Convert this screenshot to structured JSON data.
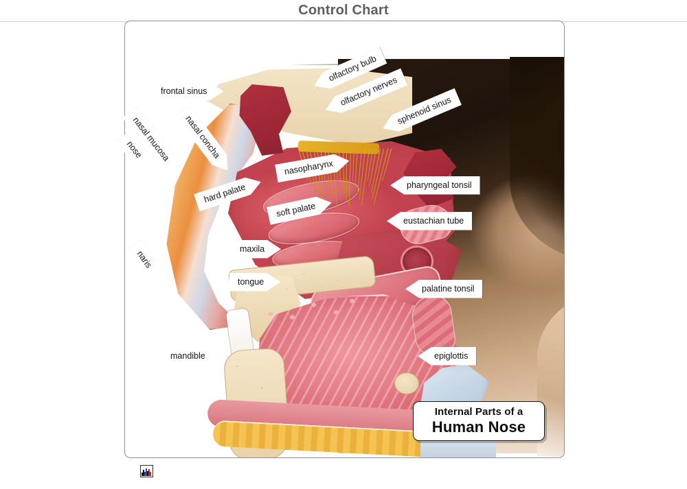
{
  "header": {
    "title": "Control Chart"
  },
  "diagram": {
    "caption": {
      "line1": "Internal Parts of a",
      "line2": "Human Nose"
    },
    "labels": [
      {
        "text": "frontal sinus",
        "direction": "right"
      },
      {
        "text": "nasal mucosa",
        "direction": "right"
      },
      {
        "text": "nose",
        "direction": "right"
      },
      {
        "text": "nasal concha",
        "direction": "right"
      },
      {
        "text": "naris",
        "direction": "right"
      },
      {
        "text": "olfactory bulb",
        "direction": "left"
      },
      {
        "text": "olfactory nerves",
        "direction": "left"
      },
      {
        "text": "sphenoid sinus",
        "direction": "left"
      },
      {
        "text": "nasopharynx",
        "direction": "right"
      },
      {
        "text": "pharyngeal tonsil",
        "direction": "left"
      },
      {
        "text": "hard palate",
        "direction": "right"
      },
      {
        "text": "soft palate",
        "direction": "right"
      },
      {
        "text": "eustachian tube",
        "direction": "left"
      },
      {
        "text": "maxila",
        "direction": "right"
      },
      {
        "text": "tongue",
        "direction": "right"
      },
      {
        "text": "palatine tonsil",
        "direction": "left"
      },
      {
        "text": "mandible",
        "direction": "right"
      },
      {
        "text": "epiglottis",
        "direction": "left"
      }
    ]
  },
  "footer": {
    "logo_alt": "chart-logo-icon"
  },
  "colors": {
    "title_text": "#5a5f63",
    "card_border": "#8d9094",
    "label_fill": "#ffffff",
    "label_stroke": "#1b1b1b",
    "bone": "#f3e4c6",
    "mucosa_red": "#d45560",
    "sinus_dark_red": "#9d2736",
    "nerve_yellow": "#e0a71d",
    "cartilage_blue": "#c6d6e6",
    "fat_yellow": "#f4c352"
  }
}
